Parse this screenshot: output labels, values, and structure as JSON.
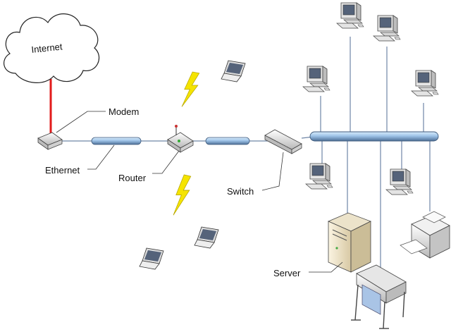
{
  "diagram": {
    "labels": {
      "internet": "Internet",
      "modem": "Modem",
      "ethernet": "Ethernet",
      "router": "Router",
      "switch": "Switch",
      "server": "Server"
    },
    "colors": {
      "internet_link": "#e21b1b",
      "cable": "#6f86a6",
      "backbone": "#9ec3e8",
      "lightning": "#f5e400",
      "device_body": "#e8e8e8",
      "screen": "#4a5a70",
      "server_body": "#f2e6c8"
    },
    "icons": [
      "cloud-icon",
      "modem-icon",
      "router-icon",
      "switch-icon",
      "laptop-icon",
      "desktop-icon",
      "server-icon",
      "printer-icon",
      "plotter-icon",
      "lightning-icon"
    ]
  }
}
